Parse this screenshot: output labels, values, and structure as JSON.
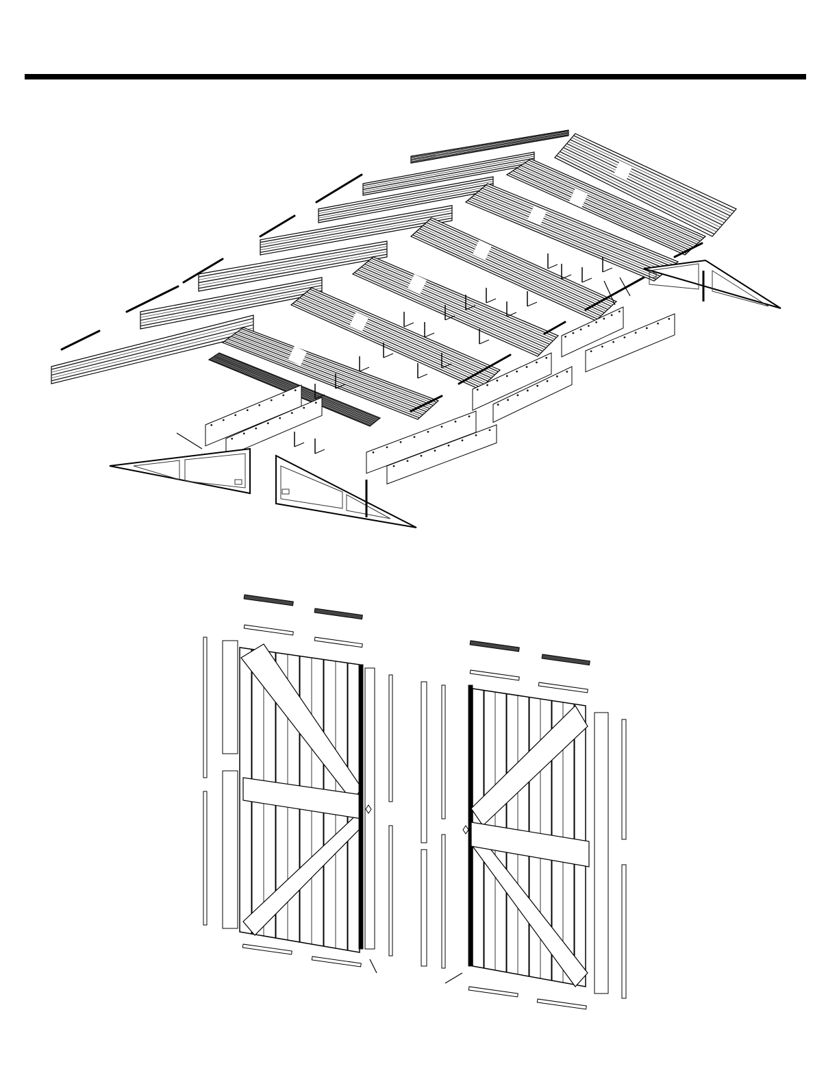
{
  "document": {
    "colors": {
      "ink": "#000000",
      "line": "#1a1a1a",
      "paper": "#ffffff",
      "mid": "#555555"
    },
    "sections": [
      {
        "name": "roof-and-frame-exploded-view",
        "icon": "exploded-roof-diagram"
      },
      {
        "name": "double-door-exploded-view",
        "icon": "exploded-door-diagram"
      }
    ]
  }
}
